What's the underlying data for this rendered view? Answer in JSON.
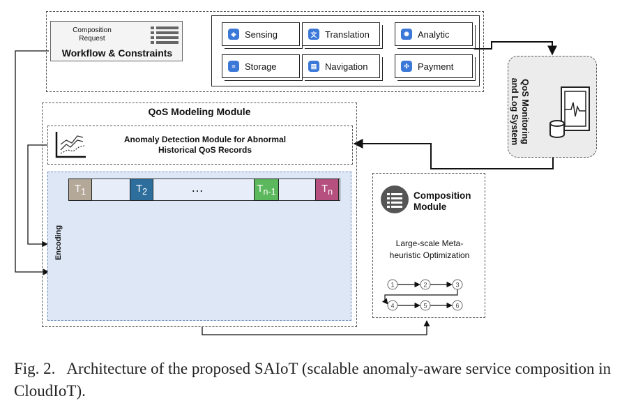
{
  "composition_request": {
    "small_label_line1": "Composition",
    "small_label_line2": "Request",
    "title": "Workflow & Constraints"
  },
  "services": [
    {
      "label": "Sensing",
      "icon": "sensing-icon"
    },
    {
      "label": "Translation",
      "icon": "translation-icon"
    },
    {
      "label": "Analytic",
      "icon": "analytic-icon"
    },
    {
      "label": "Storage",
      "icon": "storage-icon"
    },
    {
      "label": "Navigation",
      "icon": "navigation-icon"
    },
    {
      "label": "Payment",
      "icon": "payment-icon"
    }
  ],
  "qos_monitoring": {
    "line1": "QoS Monitoring",
    "line2": "and Log System"
  },
  "qos_modeling": {
    "title": "QoS Modeling Module",
    "anomaly_line1": "Anomaly Detection Module for Abnormal",
    "anomaly_line2": "Historical QoS Records",
    "encoding_label": "Encoding",
    "time_labels": [
      "T1",
      "T2",
      "Tn-1",
      "Tn"
    ],
    "ellipsis": "…"
  },
  "composition_module": {
    "title_line1": "Composition",
    "title_line2": "Module",
    "desc_line1": "Large-scale Meta-",
    "desc_line2": "heuristic Optimization",
    "nodes": [
      "1",
      "2",
      "3",
      "4",
      "5",
      "6"
    ]
  },
  "caption": {
    "prefix": "Fig. 2.",
    "text": "Architecture of the proposed SAIoT (scalable anomaly-aware service composition in CloudIoT)."
  },
  "colors": {
    "t1": "#b4a998",
    "t2": "#2e6e9c",
    "tn1": "#5cb85c",
    "tn": "#b6507f",
    "encoding_bg": "#dde7f6",
    "service_icon": "#3b78d8"
  }
}
